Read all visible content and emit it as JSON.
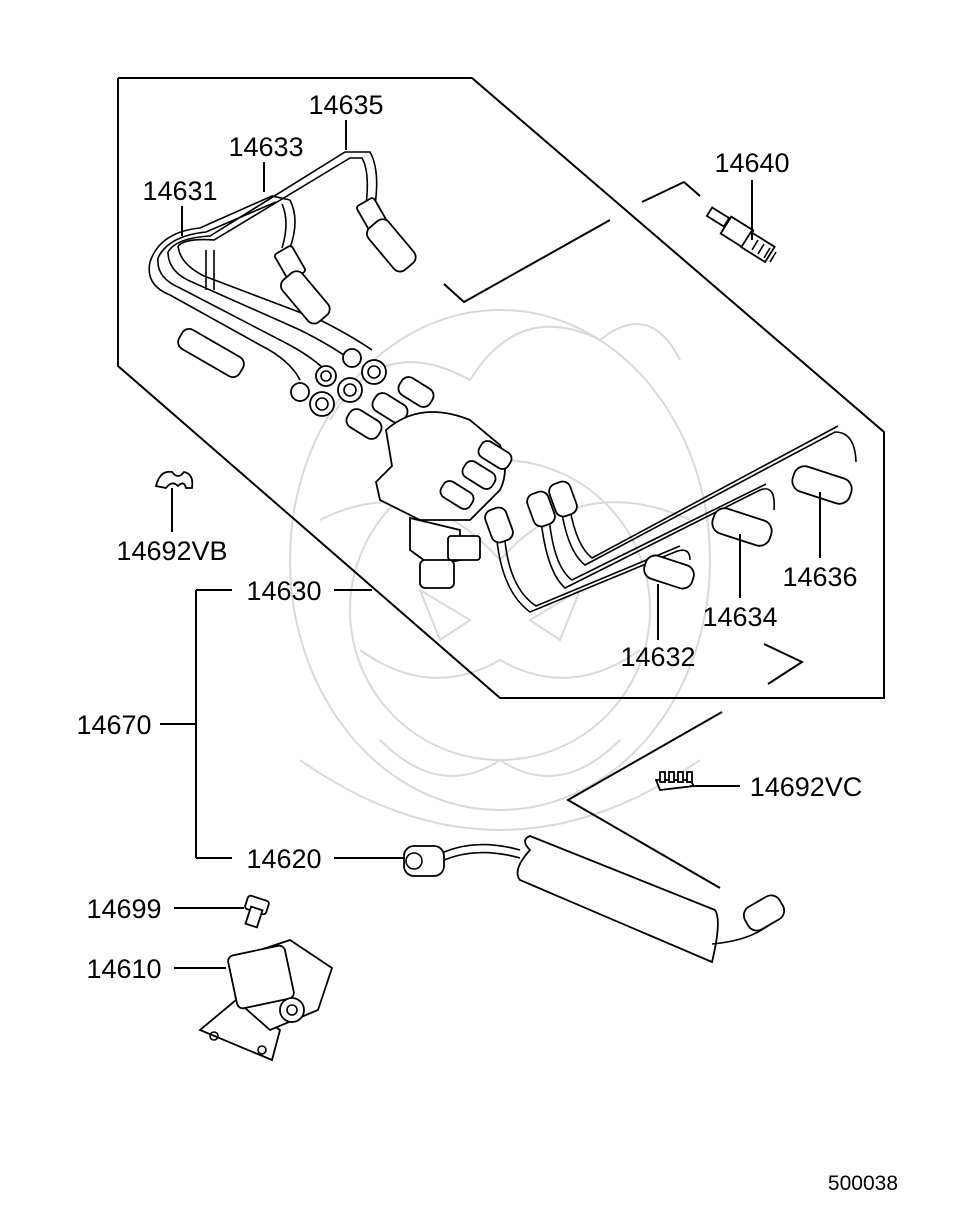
{
  "parts": {
    "p14635": "14635",
    "p14633": "14633",
    "p14631": "14631",
    "p14640": "14640",
    "p14692VB": "14692VB",
    "p14630": "14630",
    "p14636": "14636",
    "p14634": "14634",
    "p14632": "14632",
    "p14670": "14670",
    "p14692VC": "14692VC",
    "p14620": "14620",
    "p14699": "14699",
    "p14610": "14610"
  },
  "diagram_ref": "500038"
}
